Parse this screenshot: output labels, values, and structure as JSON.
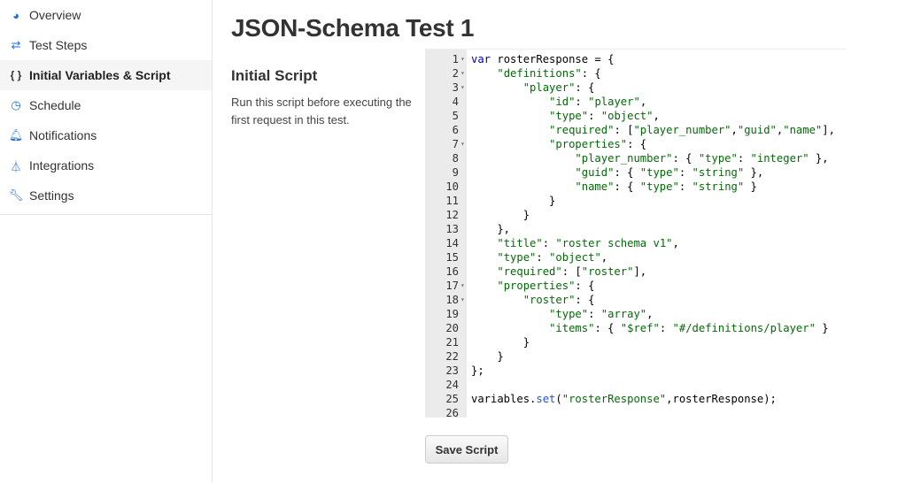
{
  "sidebar": {
    "items": [
      {
        "label": "Overview",
        "icon": "dashboard-icon",
        "glyph": "◕"
      },
      {
        "label": "Test Steps",
        "icon": "exchange-icon",
        "glyph": "⇄"
      },
      {
        "label": "Initial Variables & Script",
        "icon": "braces-icon",
        "glyph": "{ }",
        "active": true
      },
      {
        "label": "Schedule",
        "icon": "clock-icon",
        "glyph": "◷"
      },
      {
        "label": "Notifications",
        "icon": "bell-icon",
        "glyph": "🔔︎"
      },
      {
        "label": "Integrations",
        "icon": "flask-icon",
        "glyph": "⏃"
      },
      {
        "label": "Settings",
        "icon": "wrench-icon",
        "glyph": "🔧︎"
      }
    ]
  },
  "main": {
    "title": "JSON-Schema Test 1",
    "section_title": "Initial Script",
    "section_desc": "Run this script before executing the first request in this test.",
    "save_label": "Save Script"
  },
  "editor": {
    "lines": [
      {
        "n": "1",
        "fold": true
      },
      {
        "n": "2",
        "fold": true
      },
      {
        "n": "3",
        "fold": true
      },
      {
        "n": "4"
      },
      {
        "n": "5"
      },
      {
        "n": "6"
      },
      {
        "n": "7",
        "fold": true
      },
      {
        "n": "8"
      },
      {
        "n": "9"
      },
      {
        "n": "10"
      },
      {
        "n": "11"
      },
      {
        "n": "12"
      },
      {
        "n": "13"
      },
      {
        "n": "14"
      },
      {
        "n": "15"
      },
      {
        "n": "16"
      },
      {
        "n": "17",
        "fold": true
      },
      {
        "n": "18",
        "fold": true
      },
      {
        "n": "19"
      },
      {
        "n": "20"
      },
      {
        "n": "21"
      },
      {
        "n": "22"
      },
      {
        "n": "23"
      },
      {
        "n": "24"
      },
      {
        "n": "25"
      },
      {
        "n": "26"
      }
    ],
    "code": [
      "var rosterResponse = {",
      "    \"definitions\": {",
      "        \"player\": {",
      "            \"id\": \"player\",",
      "            \"type\": \"object\",",
      "            \"required\": [\"player_number\",\"guid\",\"name\"],",
      "            \"properties\": {",
      "                \"player_number\": { \"type\": \"integer\" },",
      "                \"guid\": { \"type\": \"string\" },",
      "                \"name\": { \"type\": \"string\" }",
      "            }",
      "        }",
      "    },",
      "    \"title\": \"roster schema v1\",",
      "    \"type\": \"object\",",
      "    \"required\": [\"roster\"],",
      "    \"properties\": {",
      "        \"roster\": {",
      "            \"type\": \"array\",",
      "            \"items\": { \"$ref\": \"#/definitions/player\" }",
      "        }",
      "    }",
      "};",
      "",
      "variables.set(\"rosterResponse\",rosterResponse);",
      ""
    ]
  },
  "colors": {
    "accent": "#1e6fd9",
    "string": "#036a07",
    "keyword": "#0000c0",
    "gutter": "#ebebeb"
  }
}
